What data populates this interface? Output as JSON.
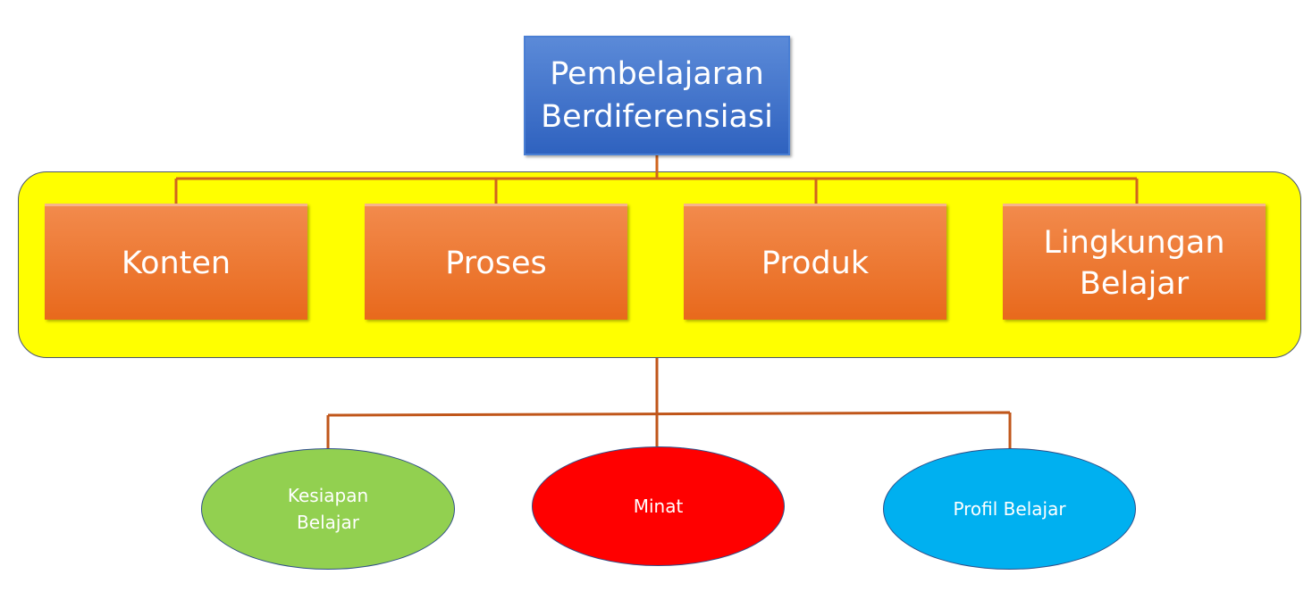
{
  "root": {
    "label": "Pembelajaran\nBerdiferensiasi"
  },
  "aspects": [
    {
      "label": "Konten"
    },
    {
      "label": "Proses"
    },
    {
      "label": "Produk"
    },
    {
      "label": "Lingkungan\nBelajar"
    }
  ],
  "factors": [
    {
      "label": "Kesiapan\nBelajar",
      "color": "#92d050"
    },
    {
      "label": "Minat",
      "color": "#ff0000"
    },
    {
      "label": "Profil Belajar",
      "color": "#00b0f0"
    }
  ],
  "colors": {
    "root": "#3a6cc6",
    "aspect": "#ed7d31",
    "container": "#ffff00",
    "connector": "#c55a11"
  }
}
